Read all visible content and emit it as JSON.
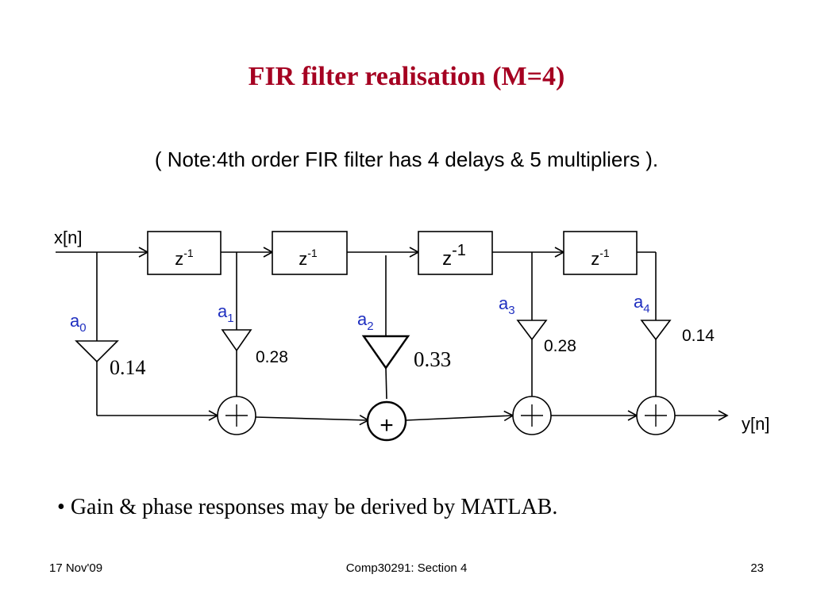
{
  "slide": {
    "title": "FIR filter realisation (M=4)",
    "note": "( Note:4th order FIR filter has 4 delays & 5 multipliers ).",
    "bullet": "Gain & phase responses may be derived by MATLAB."
  },
  "diagram": {
    "input_label": "x[n]",
    "output_label": "y[n]",
    "delays": [
      {
        "base": "z",
        "sup": "-1"
      },
      {
        "base": "z",
        "sup": "-1"
      },
      {
        "base": "z",
        "sup": "-1"
      },
      {
        "base": "z",
        "sup": "-1"
      }
    ],
    "coefficients": [
      {
        "name": "a",
        "sub": "0",
        "value": "0.14"
      },
      {
        "name": "a",
        "sub": "1",
        "value": "0.28"
      },
      {
        "name": "a",
        "sub": "2",
        "value": "0.33"
      },
      {
        "name": "a",
        "sub": "3",
        "value": "0.28"
      },
      {
        "name": "a",
        "sub": "4",
        "value": "0.14"
      }
    ],
    "adder_symbol": "+",
    "colors": {
      "coef_label": "#1f2fc0",
      "line": "#000000",
      "title": "#a50021"
    }
  },
  "footer": {
    "date": "17 Nov'09",
    "course": "Comp30291: Section 4",
    "page": "23"
  }
}
